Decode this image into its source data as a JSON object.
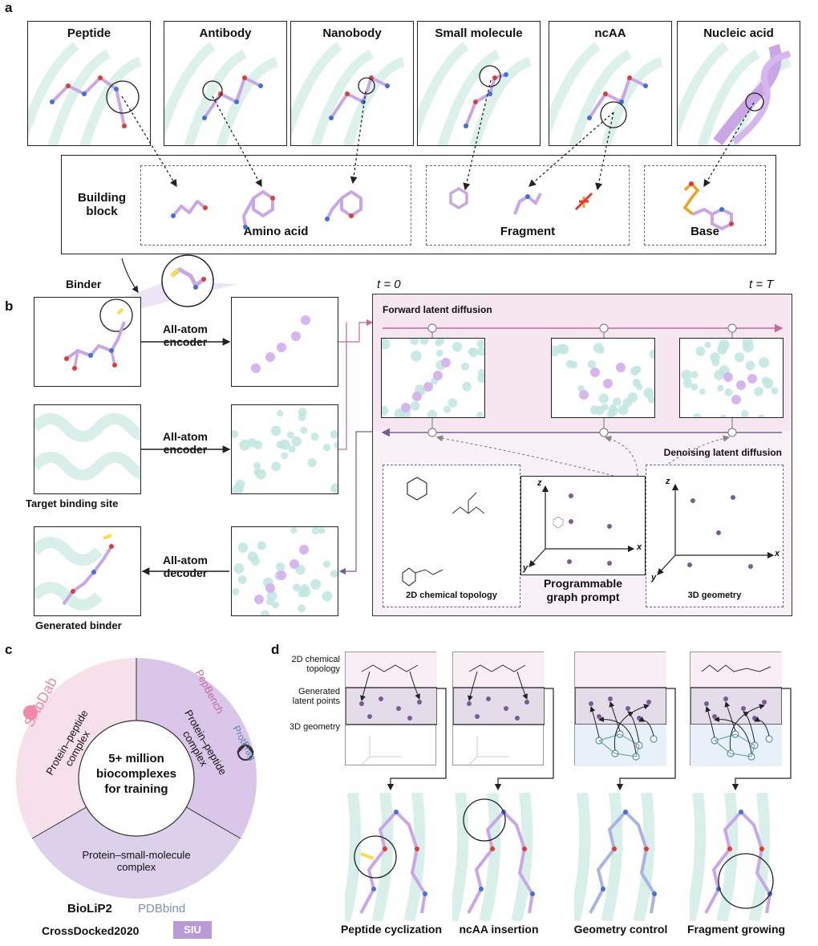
{
  "panels": {
    "a": "a",
    "b": "b",
    "c": "c",
    "d": "d"
  },
  "panel_a": {
    "modalities": [
      "Peptide",
      "Antibody",
      "Nanobody",
      "Small molecule",
      "ncAA",
      "Nucleic acid"
    ],
    "building_block_label": "Building\nblock",
    "groups": [
      "Amino acid",
      "Fragment",
      "Base"
    ]
  },
  "panel_b": {
    "binder_label": "Binder",
    "t0_label": "t = 0",
    "tT_label": "t = T",
    "encoder_label": "All-atom\nencoder",
    "decoder_label": "All-atom\ndecoder",
    "target_label": "Target binding site",
    "generated_label": "Generated binder",
    "forward_label": "Forward latent diffusion",
    "denoise_label": "Denoising latent diffusion",
    "topology_label": "2D chemical topology",
    "prompt_label": "Programmable\ngraph prompt",
    "geometry_label": "3D geometry",
    "ellipsis": "...",
    "axis_x": "x",
    "axis_y": "y",
    "axis_z": "z"
  },
  "panel_c": {
    "center_text": "5+ million\nbiocomplexes\nfor training",
    "sector_left": "Protein–peptide\ncomplex",
    "sector_right": "Protein–peptide\ncomplex",
    "sector_bottom": "Protein–small-molecule\ncomplex",
    "sources": [
      "SAbDab",
      "PepBench",
      "ProtFrag",
      "BioLiP2",
      "PDBbind",
      "CrossDocked2020",
      "SIU"
    ]
  },
  "panel_d": {
    "row_labels": [
      "2D chemical\ntopology",
      "Generated\nlatent points",
      "3D geometry"
    ],
    "tasks": [
      "Peptide cyclization",
      "ncAA insertion",
      "Geometry control",
      "Fragment growing"
    ]
  },
  "colors": {
    "teal": "#bfe6df",
    "lilac": "#c9a7e6",
    "purple": "#7a5c94",
    "pink": "#c06a9a",
    "pinkbg": "#f6e6ef"
  }
}
